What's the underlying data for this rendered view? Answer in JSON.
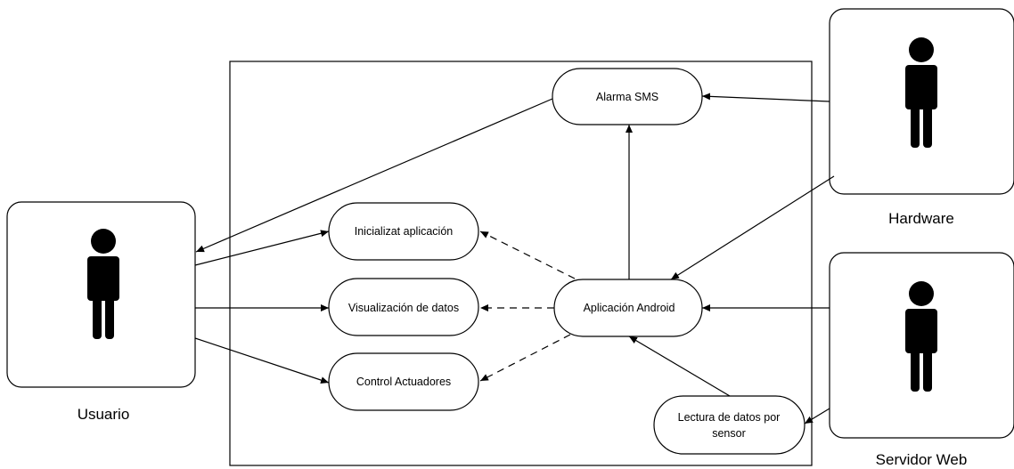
{
  "actors": {
    "usuario": {
      "label": "Usuario"
    },
    "hardware": {
      "label": "Hardware"
    },
    "servidor": {
      "label": "Servidor Web"
    }
  },
  "use_cases": {
    "alarma": {
      "label": "Alarma SMS"
    },
    "inicializar": {
      "label": "Inicializat aplicación"
    },
    "visualizacion": {
      "label": "Visualización de datos"
    },
    "control": {
      "label": "Control Actuadores"
    },
    "aplicacion": {
      "label": "Aplicación Android"
    },
    "lectura": {
      "lines": [
        "Lectura de datos por",
        "sensor"
      ]
    }
  },
  "relations": [
    {
      "from": "Alarma SMS",
      "to": "Usuario",
      "style": "solid"
    },
    {
      "from": "Usuario",
      "to": "Inicializat aplicación",
      "style": "solid"
    },
    {
      "from": "Usuario",
      "to": "Visualización de datos",
      "style": "solid"
    },
    {
      "from": "Usuario",
      "to": "Control Actuadores",
      "style": "solid"
    },
    {
      "from": "Hardware",
      "to": "Alarma SMS",
      "style": "solid"
    },
    {
      "from": "Hardware",
      "to": "Aplicación Android",
      "style": "solid"
    },
    {
      "from": "Servidor Web",
      "to": "Aplicación Android",
      "style": "solid"
    },
    {
      "from": "Servidor Web",
      "to": "Lectura de datos por sensor",
      "style": "solid"
    },
    {
      "from": "Aplicación Android",
      "to": "Alarma SMS",
      "style": "solid"
    },
    {
      "from": "Lectura de datos por sensor",
      "to": "Aplicación Android",
      "style": "solid"
    },
    {
      "from": "Aplicación Android",
      "to": "Inicializat aplicación",
      "style": "dashed"
    },
    {
      "from": "Aplicación Android",
      "to": "Visualización de datos",
      "style": "dashed"
    },
    {
      "from": "Aplicación Android",
      "to": "Control Actuadores",
      "style": "dashed"
    }
  ],
  "colors": {
    "stroke": "#000000",
    "background": "#ffffff",
    "actor_fill": "#000000"
  }
}
